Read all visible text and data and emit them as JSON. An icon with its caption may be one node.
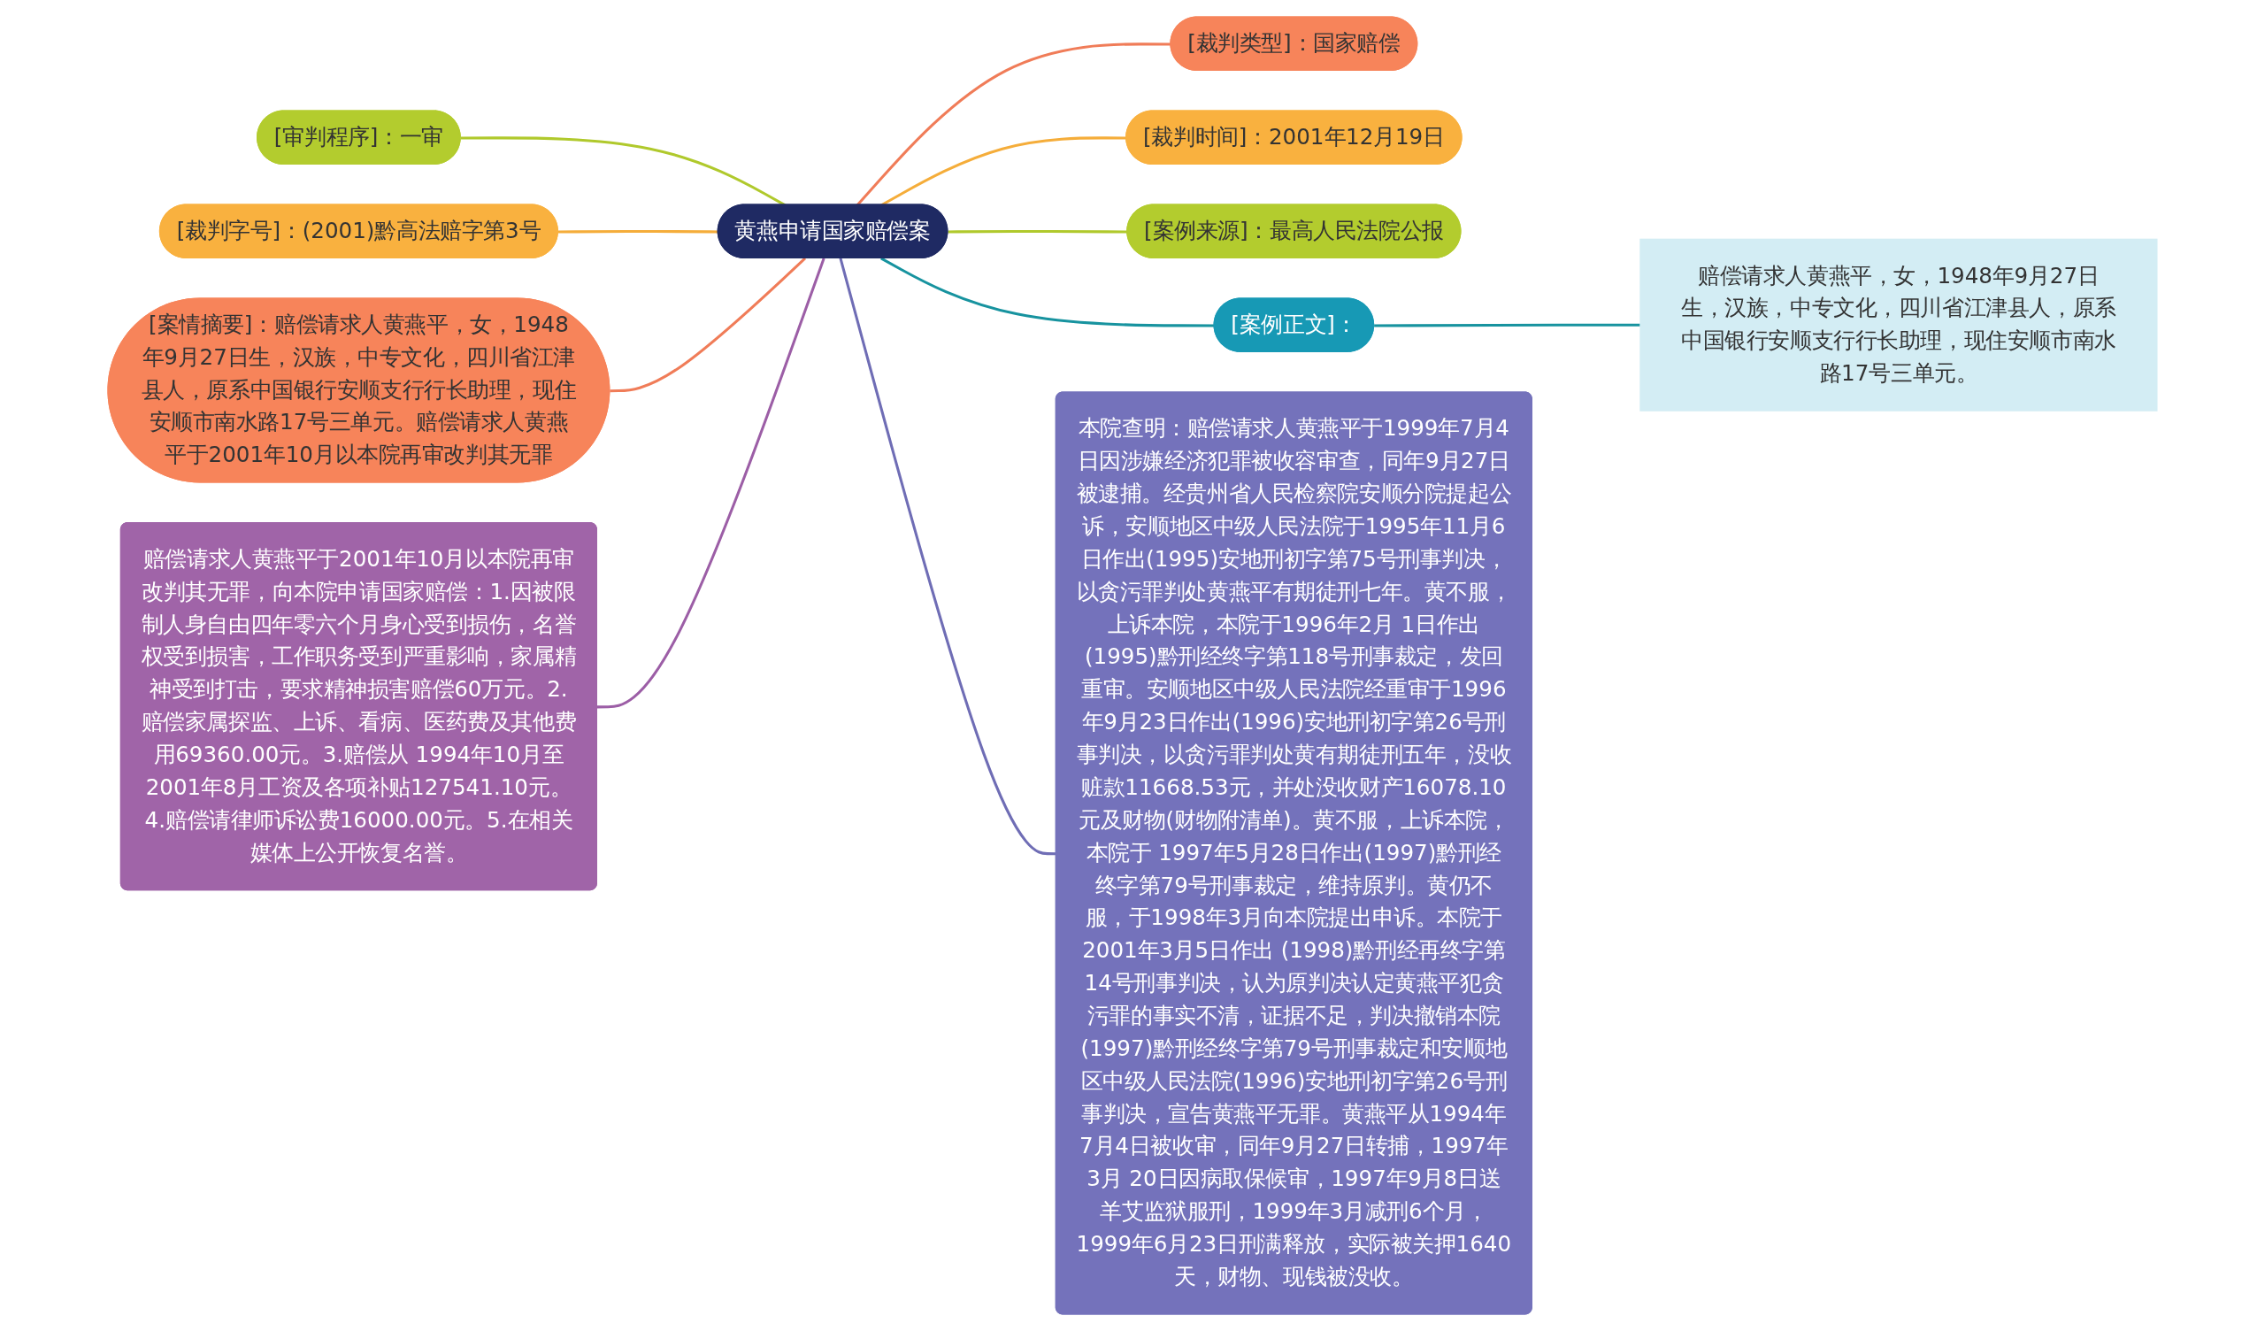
{
  "diagram": {
    "nodes": [
      {
        "text": [
          "黄燕申请国家赔偿案"
        ]
      },
      {
        "text": [
          "[裁判类型]：国家赔偿"
        ]
      },
      {
        "text": [
          "[裁判时间]：2001年12月19日"
        ]
      },
      {
        "text": [
          "[案例来源]：最高人民法院公报"
        ]
      },
      {
        "text": [
          "[案例正文]："
        ]
      },
      {
        "text": [
          "赔偿请求人黄燕平，女，1948年9月27日生，汉族，中专文化，四川省江津县人，原系中国银行安顺支行行长助理，现住安顺市南水路17号三单元。"
        ]
      },
      {
        "text": [
          "[审判程序]：一审"
        ]
      },
      {
        "text": [
          "[裁判字号]：(2001)黔高法赔字第3号"
        ]
      },
      {
        "text": [
          "[案情摘要]：赔偿请求人黄燕平，女，1948年9月27日生，汉族，中专文化，四川省江津县人，原系中国银行安顺支行行长助理，现住安顺市南水路17号三单元。赔偿请求人黄燕平于2001年10月以本院再审改判其无罪"
        ]
      },
      {
        "text": [
          "赔偿请求人黄燕平于2001年10月以本院再审改判其无罪，向本院申请国家赔偿：1.因被限制人身自由四年零六个月身心受到损伤，名誉权受到损害，工作职务受到严重影响，家属精神受到打击，要求精神损害赔偿60万元。2.赔偿家属探监、上诉、看病、医药费及其他费用69360.00元。3.赔偿从 1994年10月至2001年8月工资及各项补贴127541.10元。4.赔偿请律师诉讼费16000.00元。5.在相关媒体上公开恢复名誉。"
        ]
      },
      {
        "text": [
          "本院查明：赔偿请求人黄燕平于1999年7月4日因涉嫌经济犯罪被收容审查，同年9月27日被逮捕。经贵州省人民检察院安顺分院提起公诉，安顺地区中级人民法院于1995年11月6日作出(1995)安地刑初字第75号刑事判决，以贪污罪判处黄燕平有期徒刑七年。黄不服，上诉本院，本院于1996年2月 1日作出(1995)黔刑经终字第118号刑事裁定，发回重审。安顺地区中级人民法院经重审于1996年9月23日作出(1996)安地刑初字第26号刑事判决，以贪污罪判处黄有期徒刑五年，没收赃款11668.53元，并处没收财产16078.10元及财物(财物附清单)。黄不服，上诉本院，本院于 1997年5月28日作出(1997)黔刑经终字第79号刑事裁定，维持原判。黄仍不服，于1998年3月向本院提出申诉。本院于2001年3月5日作出 (1998)黔刑经再终字第14号刑事判决，认为原判决认定黄燕平犯贪污罪的事实不清，证据不足，判决撤销本院(1997)黔刑经终字第79号刑事裁定和安顺地区中级人民法院(1996)安地刑初字第26号刑事判决，宣告黄燕平无罪。黄燕平从1994年7月4日被收审，同年9月27日转捕，1997年3月 20日因病取保候审，1997年9月8日送羊艾监狱服刑，1999年3月减刑6个月，1999年6月23日刑满释放，实际被关押1640天，财物、现钱被没收。"
        ]
      }
    ],
    "edges": [
      {
        "from": 0,
        "to": 1,
        "arrow": "none",
        "color": "#f07c58"
      },
      {
        "from": 0,
        "to": 2,
        "arrow": "none",
        "color": "#f5ad3a"
      },
      {
        "from": 0,
        "to": 3,
        "arrow": "none",
        "color": "#b0c92c"
      },
      {
        "from": 0,
        "to": 4,
        "arrow": "none",
        "color": "#17939f"
      },
      {
        "from": 4,
        "to": 5,
        "arrow": "none",
        "color": "#17939f"
      },
      {
        "from": 6,
        "to": 0,
        "arrow": "none",
        "color": "#b0c92c"
      },
      {
        "from": 7,
        "to": 0,
        "arrow": "none",
        "color": "#f5ad3a"
      },
      {
        "from": 8,
        "to": 0,
        "arrow": "none",
        "color": "#f07c58"
      },
      {
        "from": 9,
        "to": 0,
        "arrow": "none",
        "color": "#9c5ea6"
      },
      {
        "from": 0,
        "to": 10,
        "arrow": "none",
        "color": "#6f6db5"
      }
    ]
  }
}
